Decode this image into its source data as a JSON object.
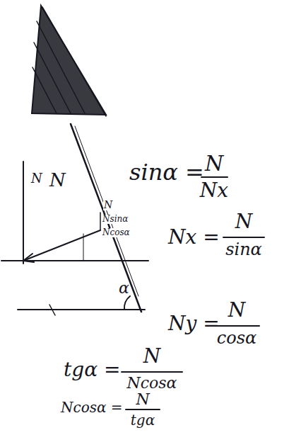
{
  "diagram": {
    "labels": [
      "sinα =",
      "N",
      "Nx",
      "Nx =",
      "N",
      "sinα",
      "Ny =",
      "N",
      "cosα",
      "tgα =",
      "N",
      "Ncosα",
      "Ncosα =",
      "N",
      "tgα",
      "N",
      "N",
      "N",
      "Nsinα",
      "Ncosα",
      "α"
    ]
  }
}
